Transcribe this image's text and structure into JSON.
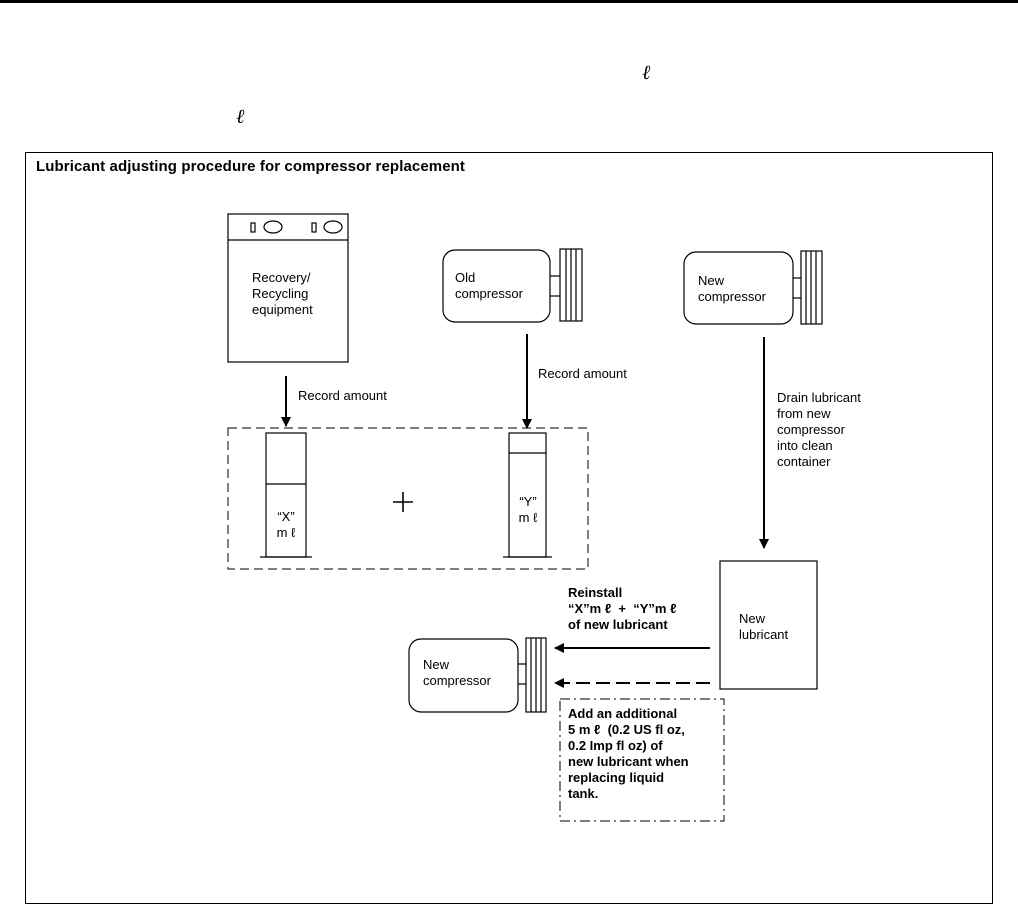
{
  "header": {
    "ell_symbol_1": "ℓ",
    "ell_symbol_2": "ℓ"
  },
  "diagram": {
    "title": "Lubricant adjusting procedure for compressor replacement",
    "recovery_equipment": [
      "Recovery/",
      "Recycling",
      "equipment"
    ],
    "old_compressor": [
      "Old",
      "compressor"
    ],
    "new_compressor_top": [
      "New",
      "compressor"
    ],
    "record_amount_1": "Record amount",
    "record_amount_2": "Record amount",
    "drain_text": [
      "Drain lubricant",
      "from new",
      "compressor",
      "into clean",
      "container"
    ],
    "cylinder_x": [
      "“X”",
      "m ℓ"
    ],
    "cylinder_y": [
      "“Y”",
      "m ℓ"
    ],
    "plus_sign": "+",
    "new_lubricant": [
      "New",
      "lubricant"
    ],
    "reinstall_text": [
      "Reinstall",
      "“X”m ℓ  +  “Y”m ℓ",
      "of new lubricant"
    ],
    "new_compressor_bottom": [
      "New",
      "compressor"
    ],
    "additional_note": [
      "Add an additional",
      "5 m ℓ  (0.2 US fl oz,",
      "0.2 Imp fl oz) of",
      "new lubricant when",
      "replacing liquid",
      "tank."
    ]
  }
}
